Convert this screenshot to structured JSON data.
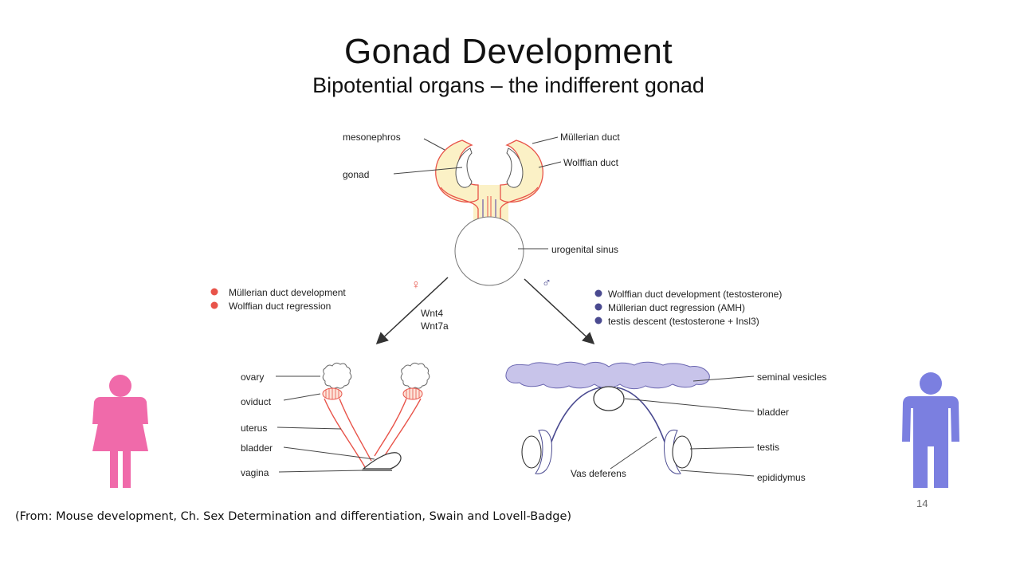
{
  "slide": {
    "title": "Gonad Development",
    "subtitle": "Bipotential organs – the indifferent gonad",
    "citation": "(From: Mouse development, Ch. Sex Determination and differentiation, Swain and Lovell-Badge)",
    "page_number": "14"
  },
  "indifferent_labels": {
    "mesonephros": "mesonephros",
    "gonad": "gonad",
    "mullerian_duct": "Müllerian duct",
    "wolffian_duct": "Wolffian duct",
    "urogenital_sinus": "urogenital sinus"
  },
  "female_pathway": {
    "symbol": "♀",
    "genes": [
      "Wnt4",
      "Wnt7a"
    ],
    "legend": [
      "Müllerian duct development",
      "Wolffian duct regression"
    ],
    "legend_color": "#e8544a"
  },
  "male_pathway": {
    "symbol": "♂",
    "legend": [
      "Wolffian duct development (testosterone)",
      "Müllerian  duct regression (AMH)",
      "testis descent (testosterone + Insl3)"
    ],
    "legend_color": "#4a4a90"
  },
  "female_labels": {
    "ovary": "ovary",
    "oviduct": "oviduct",
    "uterus": "uterus",
    "bladder": "bladder",
    "vagina": "vagina"
  },
  "male_labels": {
    "seminal_vesicles": "seminal vesicles",
    "bladder": "bladder",
    "testis": "testis",
    "vas_deferens": "Vas deferens",
    "epididymus": "epididymus"
  },
  "colors": {
    "female_figure": "#f06aaa",
    "male_figure": "#7b7fe0",
    "mullerian": "#e8544a",
    "wolffian": "#6a5aa8",
    "mesonephros_fill": "#fbf1c6",
    "seminal_fill": "#c8c4ea"
  },
  "icons": {
    "female_figure": "female-person-icon",
    "male_figure": "male-person-icon"
  }
}
